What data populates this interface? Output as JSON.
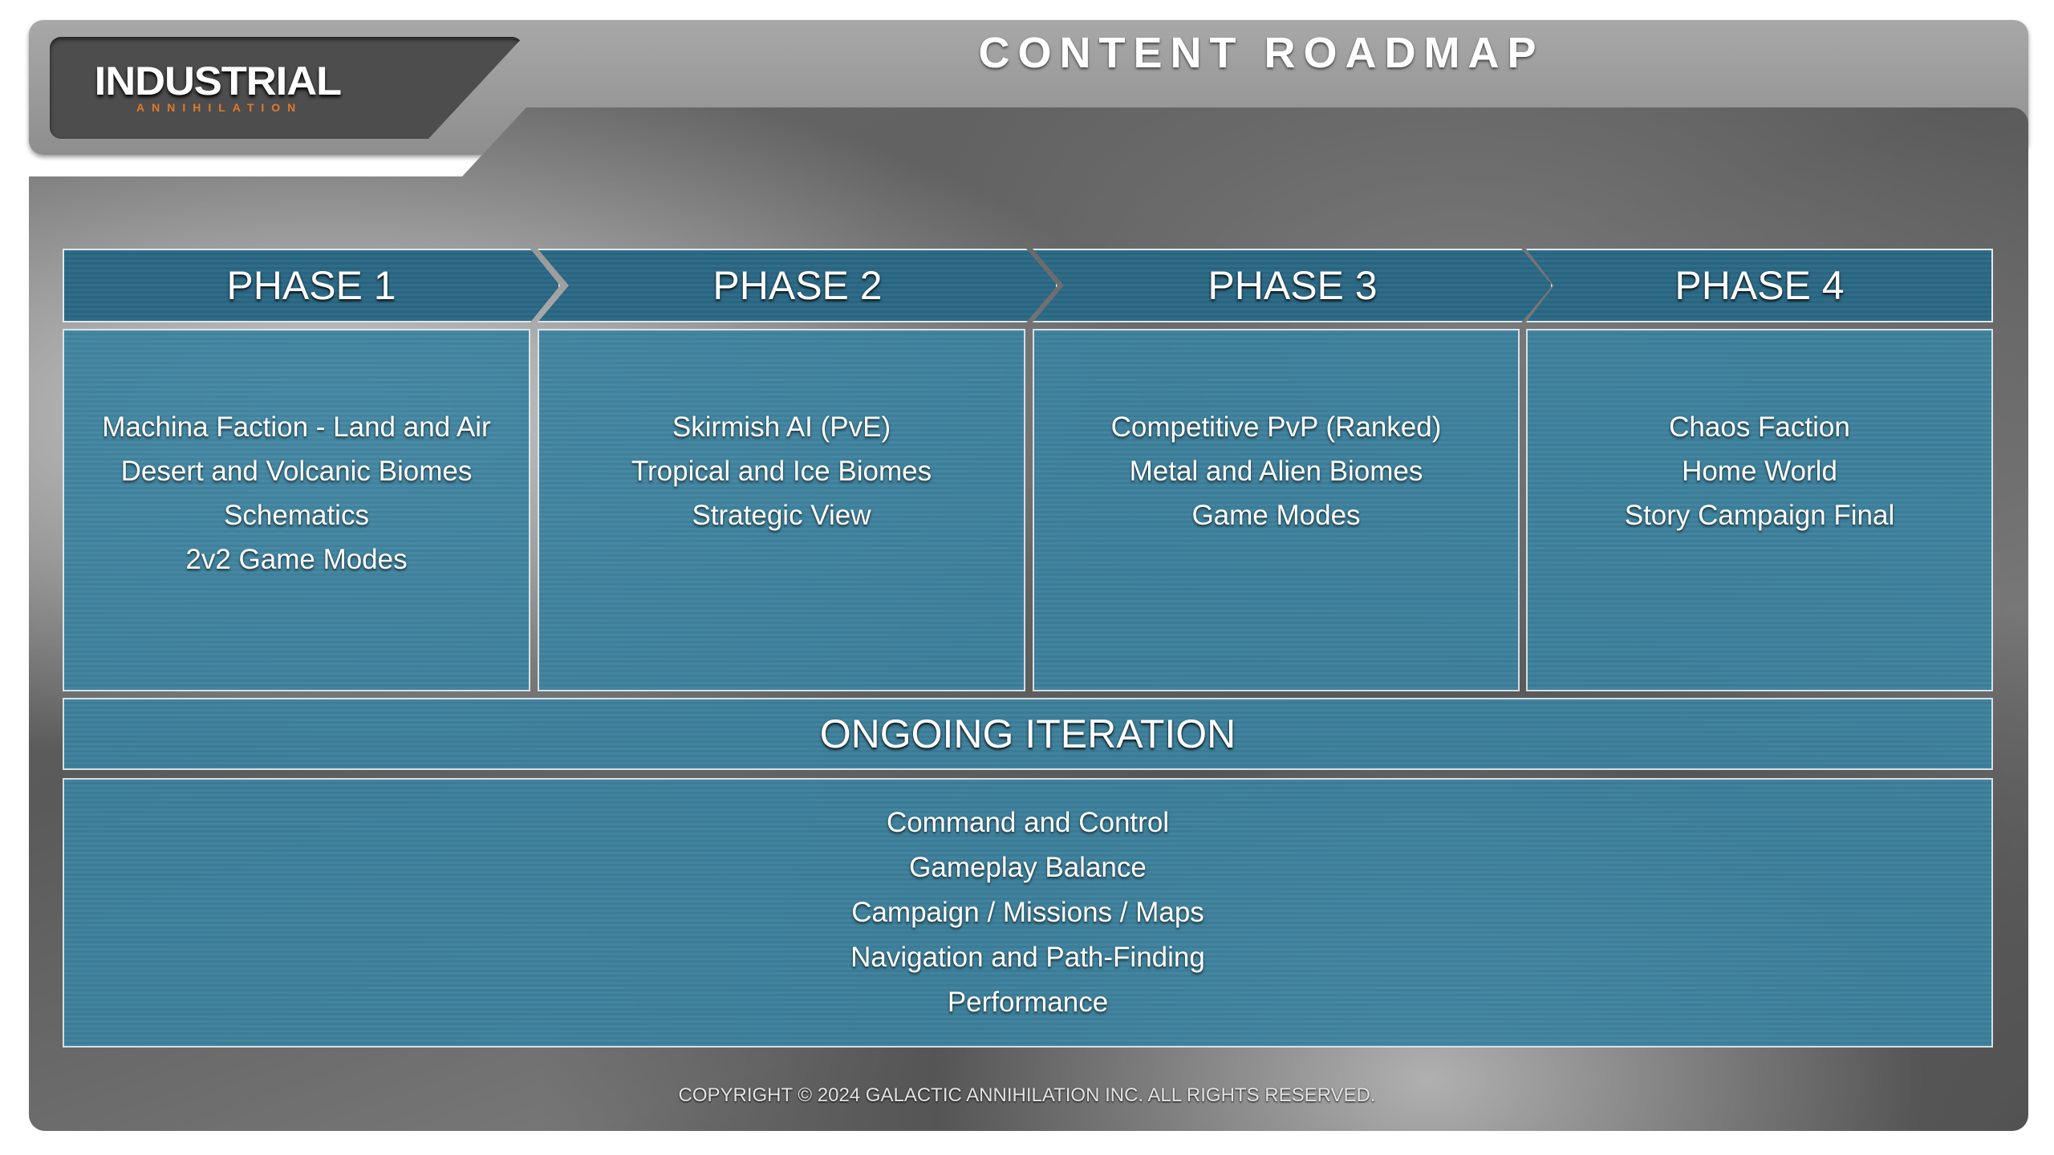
{
  "header": {
    "logo_main": "INDUSTRIAL",
    "logo_sub": "ANNIHILATION",
    "title": "CONTENT ROADMAP"
  },
  "phases": [
    {
      "label": "PHASE 1",
      "items": [
        "Machina Faction - Land and Air",
        "Desert and Volcanic Biomes",
        "Schematics",
        "2v2 Game Modes"
      ]
    },
    {
      "label": "PHASE 2",
      "items": [
        "Skirmish AI (PvE)",
        "Tropical and Ice Biomes",
        "Strategic View"
      ]
    },
    {
      "label": "PHASE 3",
      "items": [
        "Competitive PvP (Ranked)",
        "Metal and Alien Biomes",
        "Game Modes"
      ]
    },
    {
      "label": "PHASE 4",
      "items": [
        "Chaos Faction",
        "Home World",
        "Story Campaign Final"
      ]
    }
  ],
  "ongoing": {
    "label": "ONGOING ITERATION",
    "items": [
      "Command and Control",
      "Gameplay Balance",
      "Campaign / Missions / Maps",
      "Navigation and Path-Finding",
      "Performance"
    ]
  },
  "footer": {
    "copyright": "COPYRIGHT © 2024 GALACTIC ANNIHILATION INC. ALL RIGHTS RESERVED."
  }
}
